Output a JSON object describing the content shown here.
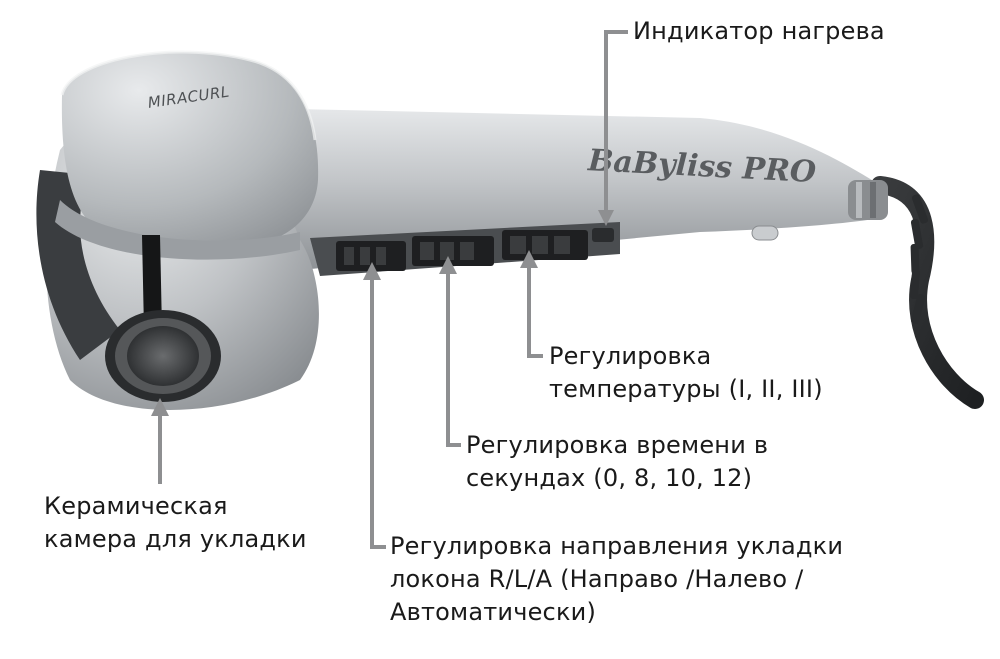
{
  "device": {
    "brand_logo": "BaByliss PRO",
    "model_logo": "MIRACURL"
  },
  "callouts": {
    "heat_indicator": {
      "lines": [
        "Индикатор нагрева"
      ]
    },
    "temperature": {
      "lines": [
        "Регулировка",
        "температуры (I, II, III)"
      ]
    },
    "time": {
      "lines": [
        "Регулировка времени в",
        "секундах (0, 8, 10, 12)"
      ]
    },
    "chamber": {
      "lines": [
        "Керамическая",
        "камера для укладки"
      ]
    },
    "direction": {
      "lines": [
        "Регулировка направления укладки",
        "локона R/L/A (Направо /Налево /",
        "Автоматически)"
      ]
    }
  },
  "colors": {
    "body": "#c3c6c9",
    "leader": "#8e8f91",
    "text": "#1a1a1a"
  }
}
